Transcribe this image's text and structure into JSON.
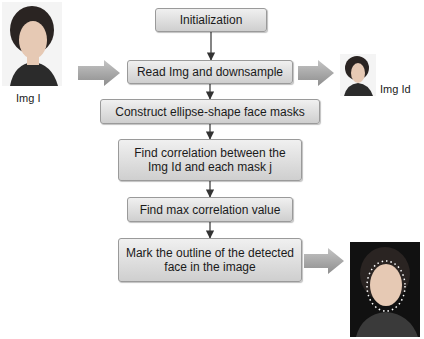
{
  "diagram": {
    "nodes": [
      {
        "text": [
          "Initialization"
        ]
      },
      {
        "text": [
          "Read Img and downsample"
        ]
      },
      {
        "text": [
          "Construct ellipse-shape face masks"
        ]
      },
      {
        "text": [
          "Find correlation between the Img Id and each mask j"
        ]
      },
      {
        "text": [
          "Find max correlation value"
        ]
      },
      {
        "text": [
          "Mark the outline of the detected face in the image"
        ]
      }
    ],
    "edges": [
      {
        "from": 0,
        "to": 1,
        "arrow": "to"
      },
      {
        "from": 1,
        "to": 2,
        "arrow": "to"
      },
      {
        "from": 2,
        "to": 3,
        "arrow": "to"
      },
      {
        "from": 3,
        "to": 4,
        "arrow": "to"
      },
      {
        "from": 4,
        "to": 5,
        "arrow": "to"
      }
    ],
    "labels": [
      "Img I",
      "Img Id"
    ]
  }
}
